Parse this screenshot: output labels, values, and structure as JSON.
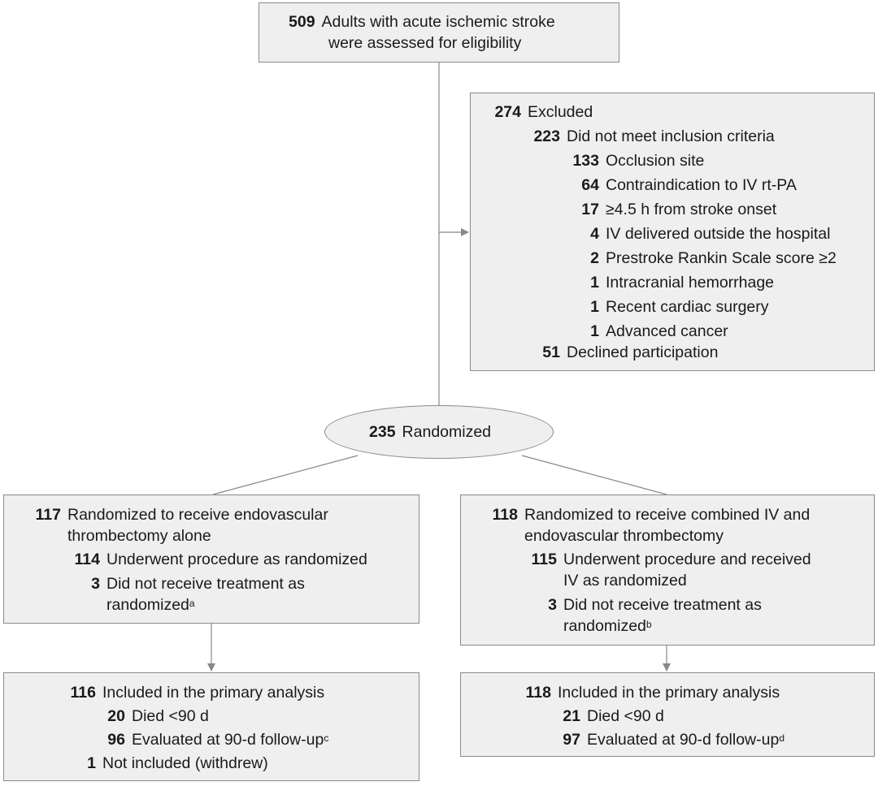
{
  "assessed": {
    "count": "509",
    "text": "Adults with acute ischemic stroke",
    "text2": "were assessed for eligibility"
  },
  "excluded": {
    "count": "274",
    "label": "Excluded",
    "inclusion": {
      "count": "223",
      "label": "Did not meet inclusion criteria"
    },
    "items": [
      {
        "count": "133",
        "label": "Occlusion site"
      },
      {
        "count": "64",
        "label": "Contraindication to IV rt-PA"
      },
      {
        "count": "17",
        "label": "≥4.5 h from stroke onset"
      },
      {
        "count": "4",
        "label": "IV delivered outside the hospital"
      },
      {
        "count": "2",
        "label": "Prestroke Rankin Scale score ≥2"
      },
      {
        "count": "1",
        "label": "Intracranial hemorrhage"
      },
      {
        "count": "1",
        "label": "Recent cardiac surgery"
      },
      {
        "count": "1",
        "label": "Advanced cancer"
      }
    ],
    "declined": {
      "count": "51",
      "label": "Declined participation"
    }
  },
  "randomized": {
    "count": "235",
    "label": "Randomized"
  },
  "left_arm": {
    "count": "117",
    "line1": "Randomized to receive endovascular",
    "line2": "thrombectomy alone",
    "underwent": {
      "count": "114",
      "label": "Underwent procedure as randomized"
    },
    "not_treated": {
      "count": "3",
      "line1": "Did not receive treatment as",
      "line2": "randomized",
      "sup": "a"
    }
  },
  "right_arm": {
    "count": "118",
    "line1": "Randomized to receive combined IV and",
    "line2": "endovascular thrombectomy",
    "underwent": {
      "count": "115",
      "line1": "Underwent procedure and received",
      "line2": "IV as randomized"
    },
    "not_treated": {
      "count": "3",
      "line1": "Did not receive treatment as",
      "line2": "randomized",
      "sup": "b"
    }
  },
  "left_analysis": {
    "included": {
      "count": "116",
      "label": "Included in the primary analysis"
    },
    "died": {
      "count": "20",
      "label": "Died <90 d"
    },
    "evaluated": {
      "count": "96",
      "label": "Evaluated at 90-d follow-up",
      "sup": "c"
    },
    "not_included": {
      "count": "1",
      "label": "Not included (withdrew)"
    }
  },
  "right_analysis": {
    "included": {
      "count": "118",
      "label": "Included in the primary analysis"
    },
    "died": {
      "count": "21",
      "label": "Died <90 d"
    },
    "evaluated": {
      "count": "97",
      "label": "Evaluated at 90-d follow-up",
      "sup": "d"
    }
  },
  "colors": {
    "box_fill": "#efefef",
    "border": "#8a8a8a",
    "line": "#888888",
    "text": "#1a1a1a"
  }
}
